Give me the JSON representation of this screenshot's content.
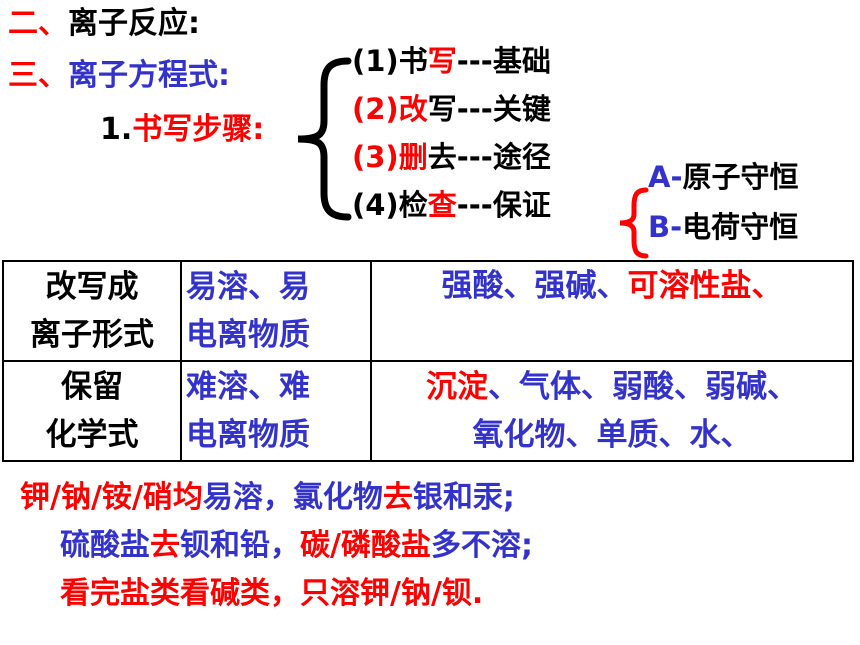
{
  "headings": {
    "h2_num": "二、",
    "h2_text": "离子反应:",
    "h3_num": "三、",
    "h3_text": "离子方程式:",
    "step_num": "1.",
    "step_text": "书写步骤:"
  },
  "steps": [
    {
      "num": "(1)",
      "a": "书",
      "b": "写",
      "c": "---基础"
    },
    {
      "num": "(2)",
      "a": "改",
      "b": "写",
      "c": "---关键"
    },
    {
      "num": "(3)",
      "a": "删",
      "b": "去",
      "c": "---途径"
    },
    {
      "num": "(4)",
      "a": "检",
      "b": "查",
      "c": "---保证"
    }
  ],
  "checks": [
    {
      "letter": "A-",
      "text": "原子守恒"
    },
    {
      "letter": "B-",
      "text": "电荷守恒"
    }
  ],
  "table": {
    "row1": {
      "head": [
        "改写成",
        "离子形式"
      ],
      "mid": [
        "易溶、易",
        "电离物质"
      ],
      "right_blue": "强酸、强碱、",
      "right_red": "可溶性盐、"
    },
    "row2": {
      "head": [
        "保留",
        "化学式"
      ],
      "mid": [
        "难溶、难",
        "电离物质"
      ],
      "right_red": "沉淀",
      "right_blue1": "、气体、弱酸、弱碱、",
      "right_blue2": "氧化物、单质、水、"
    }
  },
  "rules": {
    "l1": [
      "钾/钠/铵/硝均",
      "易溶",
      "，",
      "氯化物",
      "去",
      "银和汞;"
    ],
    "l2": [
      "硫酸盐",
      "去",
      "钡和铅，",
      "碳/磷酸盐",
      "多不溶;"
    ],
    "l3": [
      "看完盐类看碱类，只溶钾/钠/钡."
    ]
  }
}
